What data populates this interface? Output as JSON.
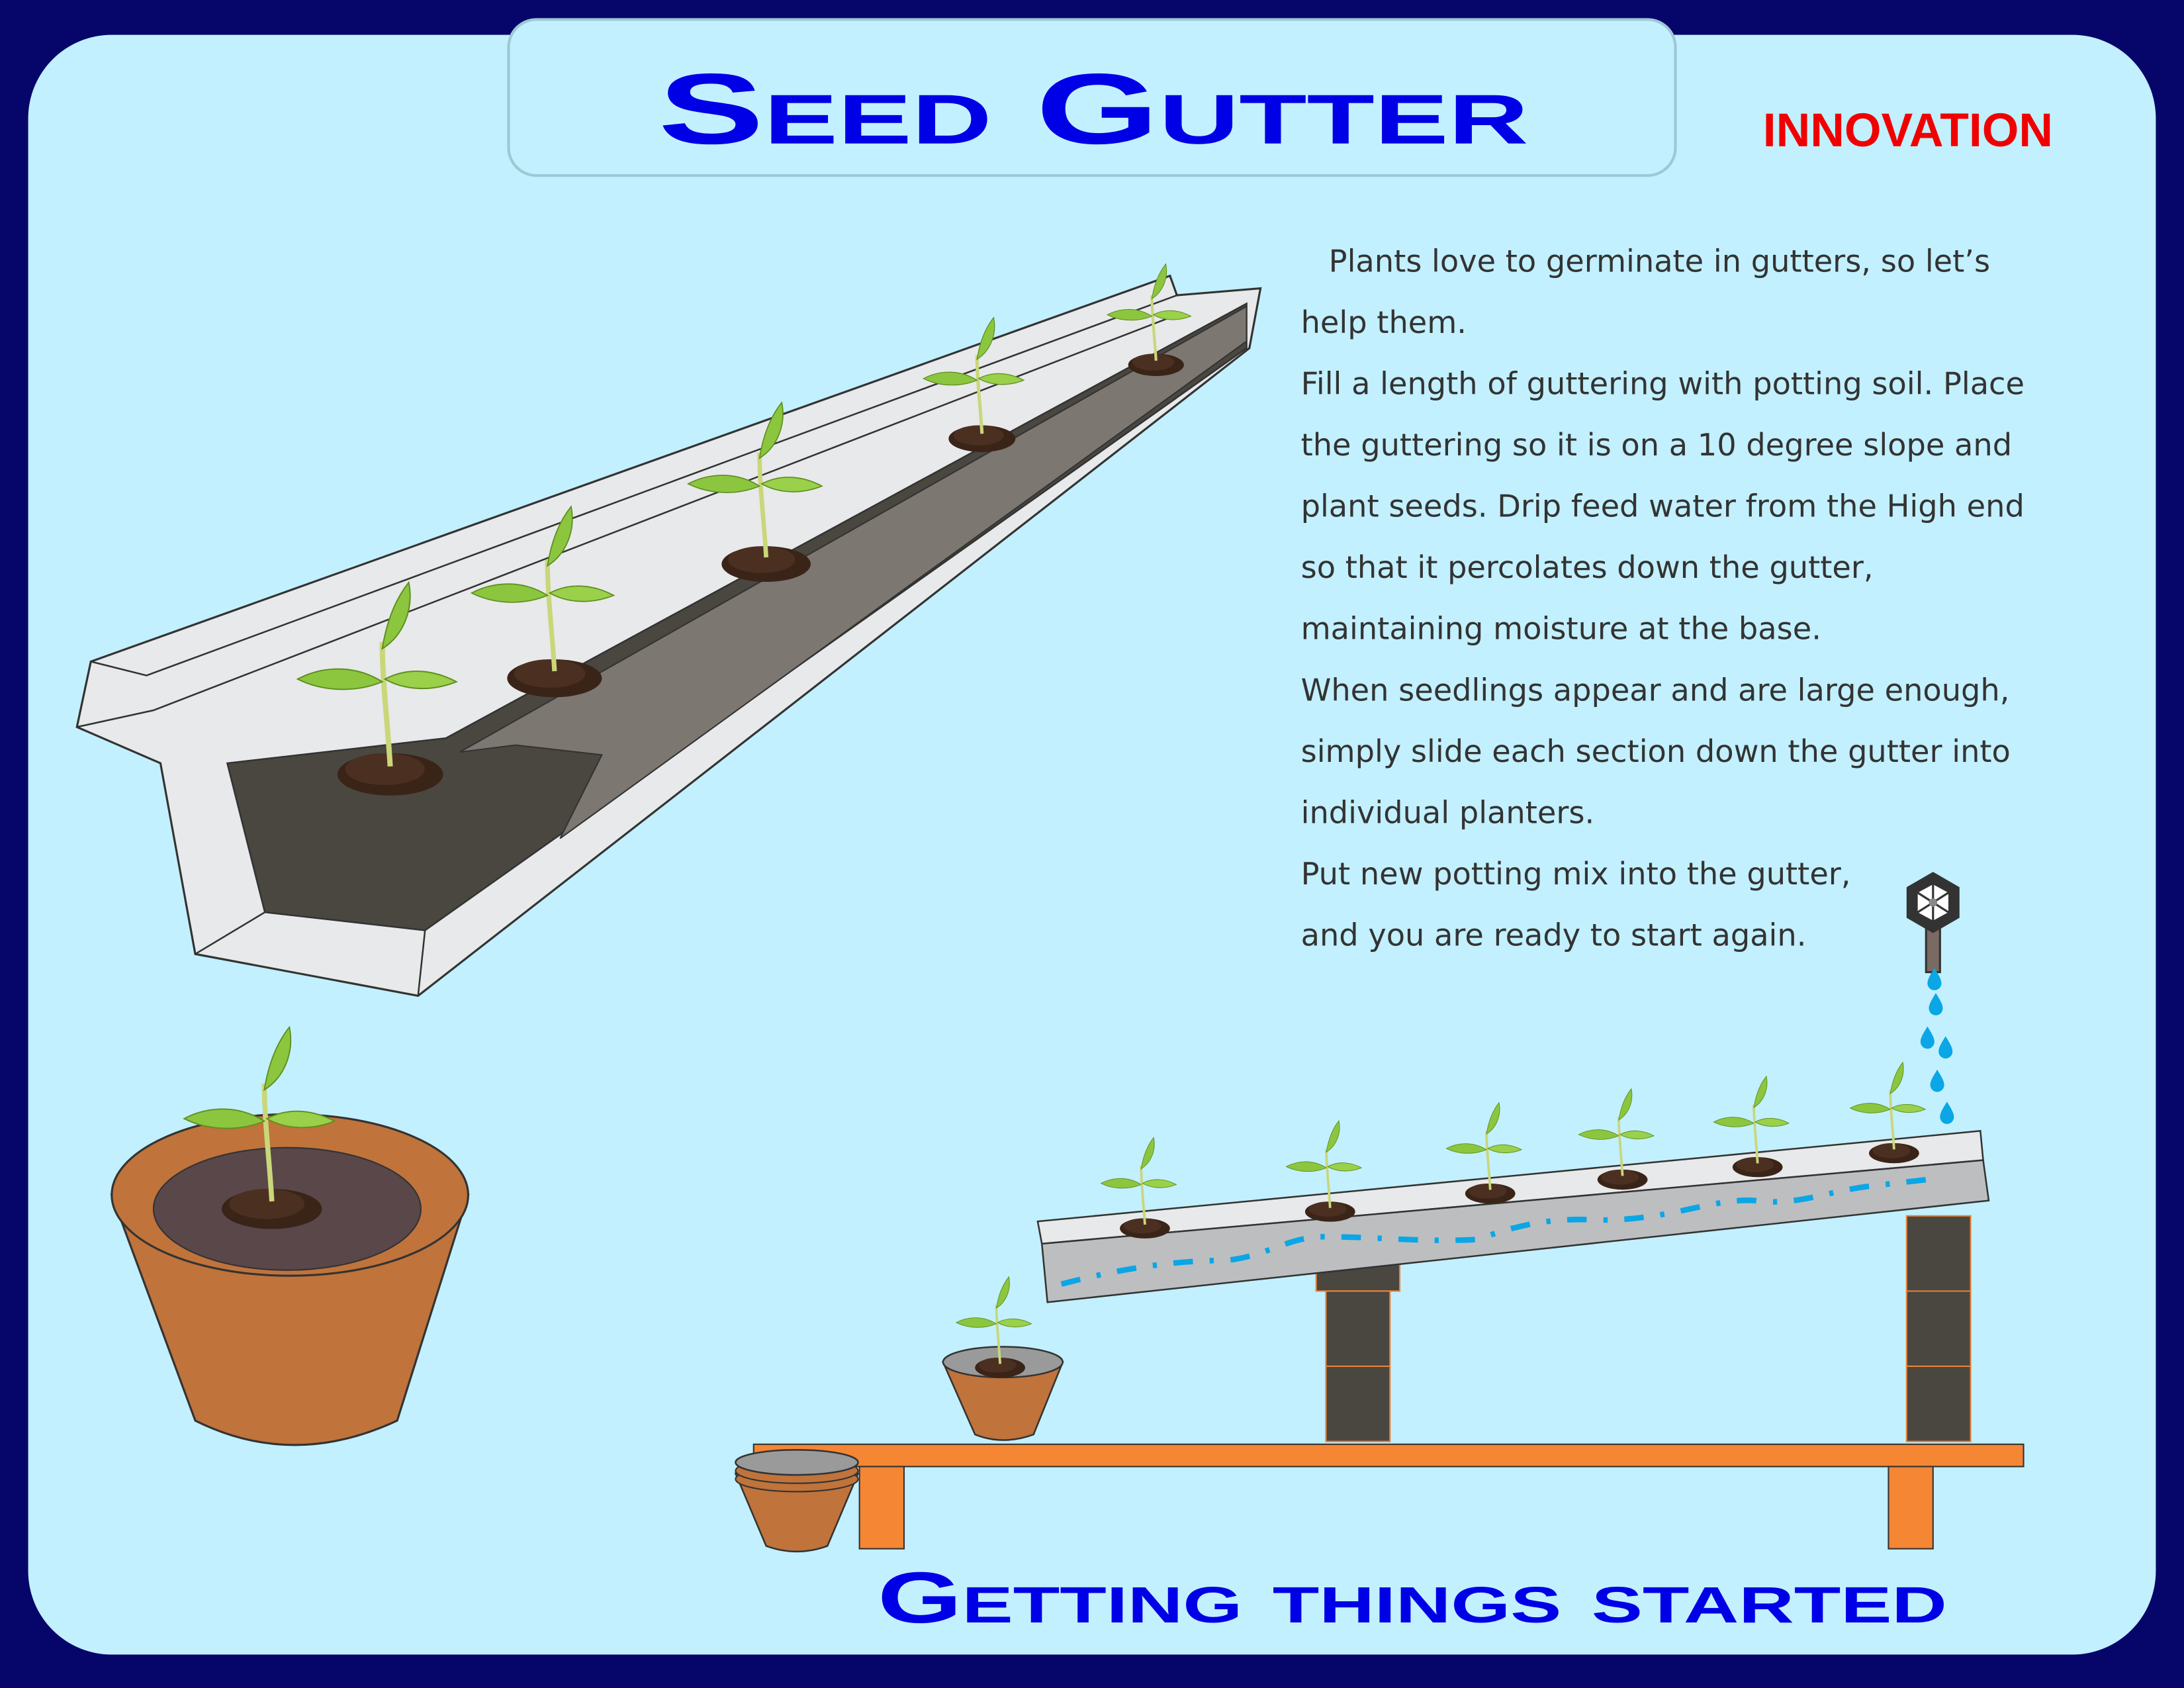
{
  "header": {
    "title": "Seed Gutter",
    "tag": "INNOVATION"
  },
  "description": {
    "lines": [
      "Plants love to germinate in gutters, so let’s",
      "help them.",
      "Fill a length of guttering with potting soil. Place",
      "the guttering so it is on a 10 degree slope and",
      "plant seeds. Drip feed water from the High end",
      "so that it percolates down the gutter,",
      "maintaining moisture at the base.",
      "When seedlings appear and are large enough,",
      "simply slide each section down the gutter into",
      "individual planters.",
      "Put new potting mix into the gutter,",
      "and you are ready to start again."
    ]
  },
  "footer": {
    "caption": "Getting things started"
  },
  "colors": {
    "background": "#06066a",
    "panel": "#c2f0fe",
    "title": "#0000e6",
    "tag": "#f00000",
    "water": "#00a8e8",
    "table": "#f58634",
    "pot": "#c0733b"
  }
}
